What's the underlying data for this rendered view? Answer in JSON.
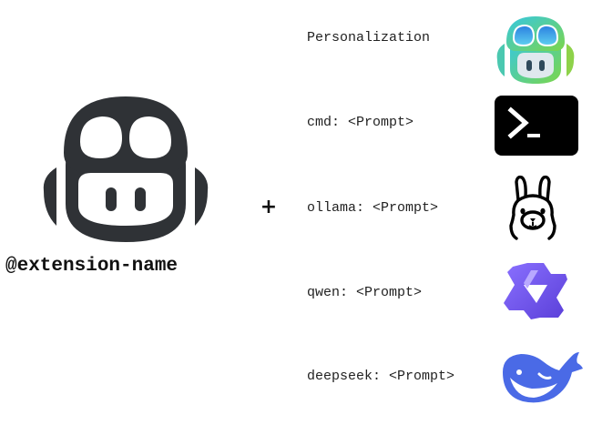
{
  "main": {
    "extension_name": "@extension-name",
    "plus_sign": "+",
    "logo_icon": "copilot-goggles-logo"
  },
  "items": [
    {
      "label": "Personalization",
      "icon": "copilot-color-icon"
    },
    {
      "label": "cmd: <Prompt>",
      "icon": "terminal-icon",
      "icon_text": ">_"
    },
    {
      "label": "ollama: <Prompt>",
      "icon": "ollama-llama-icon"
    },
    {
      "label": "qwen: <Prompt>",
      "icon": "qwen-icon"
    },
    {
      "label": "deepseek: <Prompt>",
      "icon": "deepseek-whale-icon"
    }
  ],
  "colors": {
    "logo_dark": "#2f3236",
    "terminal_bg": "#000000",
    "qwen_purple": "#6a4ee8",
    "deepseek_blue": "#4a6ae6",
    "copilot_cyan": "#34c7e3",
    "copilot_green": "#7cd64a"
  }
}
